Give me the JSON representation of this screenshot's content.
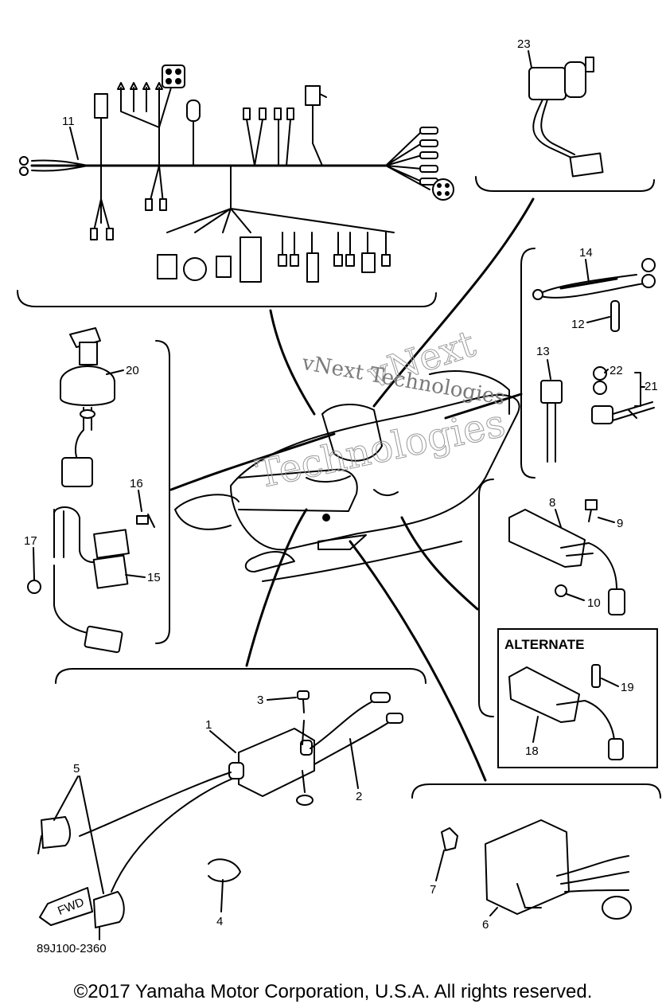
{
  "diagram_code": "89J100-2360",
  "copyright": "©2017 Yamaha Motor Corporation, U.S.A. All rights reserved.",
  "watermark": {
    "line1": "vNext",
    "line2": "vNext Technologies",
    "line3": "Technologies"
  },
  "alternate_label": "ALTERNATE",
  "fwd_label": "FWD",
  "callouts": {
    "p1": "1",
    "p2": "2",
    "p3": "3",
    "p4": "4",
    "p5": "5",
    "p6": "6",
    "p7": "7",
    "p8": "8",
    "p9": "9",
    "p10": "10",
    "p11": "11",
    "p12": "12",
    "p13": "13",
    "p14": "14",
    "p15": "15",
    "p16": "16",
    "p17": "17",
    "p18": "18",
    "p19": "19",
    "p20": "20",
    "p21": "21",
    "p22": "22",
    "p23": "23"
  }
}
